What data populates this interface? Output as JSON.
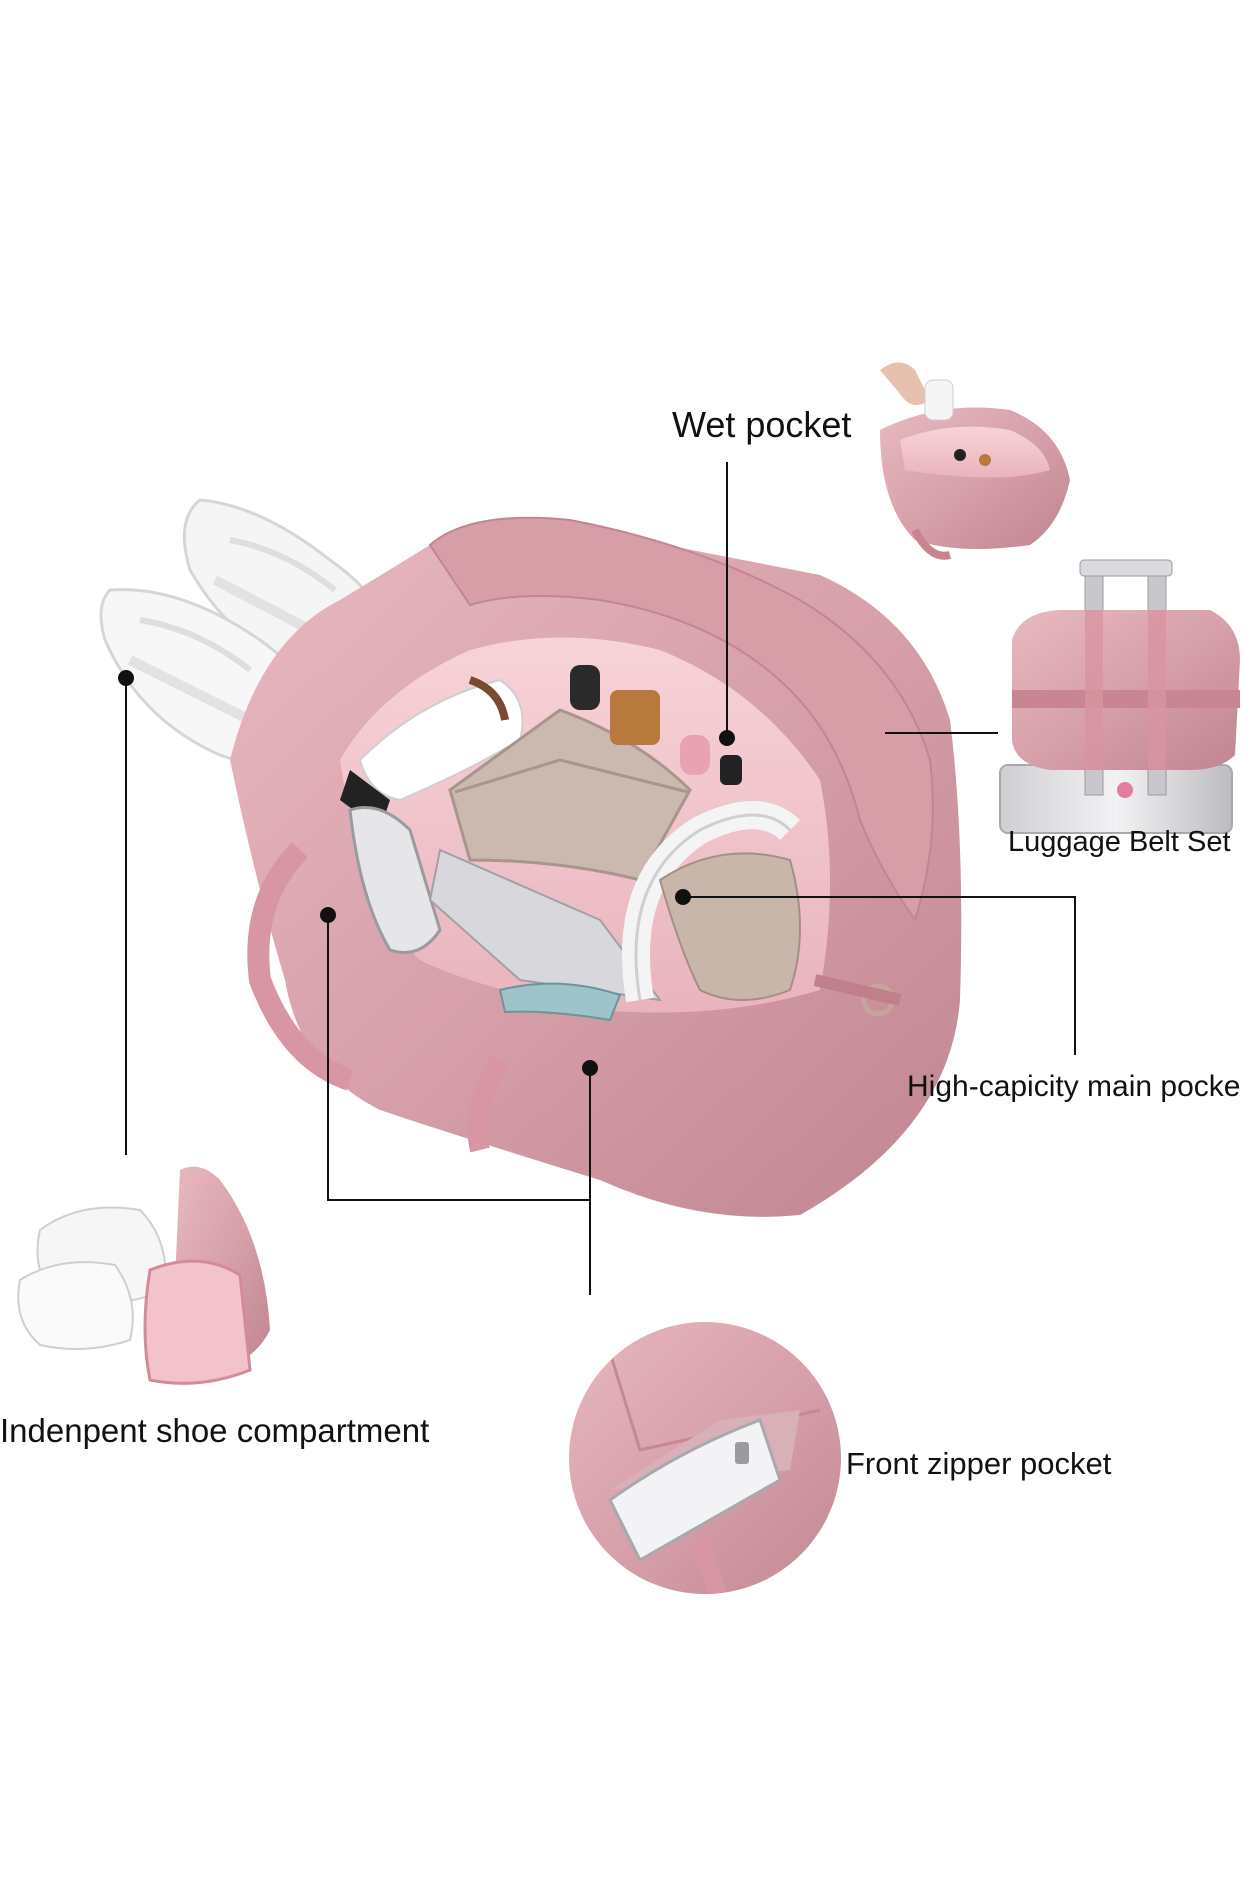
{
  "labels": {
    "wet_pocket": "Wet pocket",
    "luggage_belt": "Luggage Belt Set",
    "main_pocket": "High-capicity main pocke",
    "shoe_compartment": "Indenpent shoe compartment",
    "front_zipper": "Front zipper pocket"
  },
  "colors": {
    "bag_pink": "#d9a3ac",
    "bag_shadow": "#b97d88",
    "lining": "#f2c7cd",
    "line": "#111111",
    "shoe_white": "#f4f4f4"
  }
}
